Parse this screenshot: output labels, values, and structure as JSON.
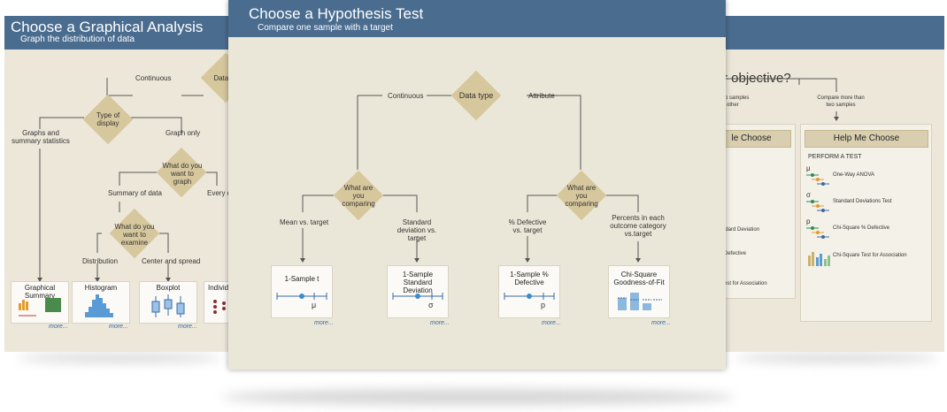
{
  "left_panel": {
    "title": "Choose a Graphical Analysis",
    "subtitle": "Graph the distribution of data",
    "continuous": "Continuous",
    "data_partial": "Data t",
    "type_of_display": "Type of display",
    "graphs_and_summary": "Graphs and summary statistics",
    "graph_only": "Graph only",
    "what_graph": "What do you want to graph",
    "summary_of_data": "Summary of data",
    "every_partial": "Every d",
    "what_examine": "What do you want to examine",
    "distribution": "Distribution",
    "center_spread": "Center and spread",
    "cards": [
      "Graphical Summary",
      "Histogram",
      "Boxplot",
      "Individu P"
    ],
    "more": "more..."
  },
  "right_panel": {
    "objective_partial": "r objective?",
    "two_samples_partial": "two samples ch other",
    "compare_more": "Compare more than two samples",
    "help_choose_partial": "le Choose",
    "help_me_choose": "Help Me Choose",
    "perform_test": "PERFORM A TEST",
    "tests": [
      "One-Way ANOVA",
      "Standard Deviations Test",
      "Chi-Square % Defective",
      "Chi-Square Test for Association"
    ],
    "test_symbols": [
      "μ",
      "σ",
      "p",
      ""
    ],
    "partial_items": [
      "ndard Deviation",
      "Defective",
      "est for Association"
    ]
  },
  "center_panel": {
    "title": "Choose a Hypothesis Test",
    "subtitle": "Compare one sample with a target",
    "data_type": "Data type",
    "continuous": "Continuous",
    "attribute": "Attribute",
    "what_comparing": "What are you comparing",
    "mean_vs_target": "Mean vs. target",
    "std_vs_target": "Standard deviation vs. target",
    "pct_defective_vs_target": "% Defective vs. target",
    "percents_each": "Percents in each outcome category vs.target",
    "cards": [
      {
        "title": "1-Sample t",
        "symbol": "μ"
      },
      {
        "title": "1-Sample Standard Deviation",
        "symbol": "σ"
      },
      {
        "title": "1-Sample % Defective",
        "symbol": "p"
      },
      {
        "title": "Chi-Square Goodness-of-Fit",
        "symbol": ""
      }
    ],
    "more": "more..."
  },
  "colors": {
    "header": "#4a6c8f",
    "panel": "#ece7d9",
    "diamond": "#d6c79d",
    "link": "#3a6aa6"
  }
}
